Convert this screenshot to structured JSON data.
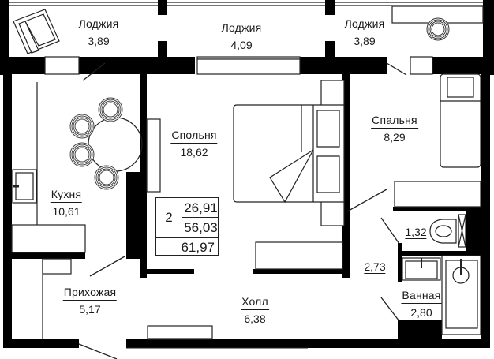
{
  "plan": {
    "type": "apartment-floor-plan",
    "rooms": [
      {
        "id": "loggia-left",
        "name": "Лоджия",
        "area": "3,89"
      },
      {
        "id": "loggia-center",
        "name": "Лоджия",
        "area": "4,09"
      },
      {
        "id": "loggia-right",
        "name": "Лоджия",
        "area": "3,89"
      },
      {
        "id": "kitchen",
        "name": "Кухня",
        "area": "10,61"
      },
      {
        "id": "bedroom-large",
        "name": "Спольня",
        "area": "18,62"
      },
      {
        "id": "bedroom-small",
        "name": "Спальня",
        "area": "8,29"
      },
      {
        "id": "hallway",
        "name": "Прихожая",
        "area": "5,17"
      },
      {
        "id": "hall",
        "name": "Холл",
        "area": "6,38"
      },
      {
        "id": "bathroom",
        "name": "Ванная",
        "area": "2,80"
      }
    ],
    "unlabeled_areas": [
      {
        "id": "toilet",
        "area": "1,32"
      },
      {
        "id": "corridor",
        "area": "2,73"
      }
    ],
    "summary": {
      "rooms_count": "2",
      "living_area": "26,91",
      "total_area": "56,03",
      "total_with_loggias": "61,97"
    }
  },
  "colors": {
    "wall": "#000000",
    "line": "#222222",
    "background": "#ffffff",
    "text": "#1a1a1a"
  }
}
